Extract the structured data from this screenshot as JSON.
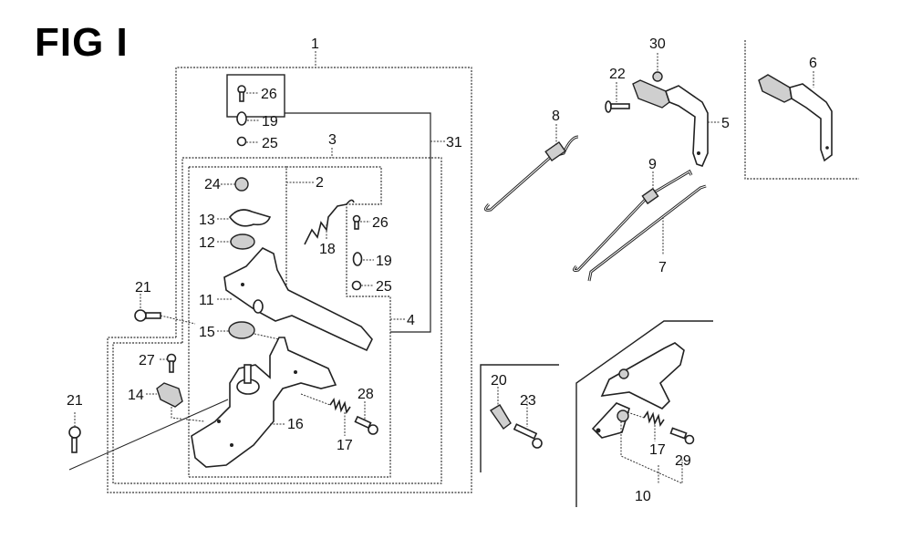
{
  "figure": {
    "title": "FIG I"
  },
  "callouts": {
    "c1": "1",
    "c2": "2",
    "c3": "3",
    "c4": "4",
    "c5": "5",
    "c6": "6",
    "c7": "7",
    "c8": "8",
    "c9": "9",
    "c10": "10",
    "c11": "11",
    "c12": "12",
    "c13": "13",
    "c14": "14",
    "c15": "15",
    "c16": "16",
    "c17a": "17",
    "c17b": "17",
    "c18": "18",
    "c19a": "19",
    "c19b": "19",
    "c20": "20",
    "c21a": "21",
    "c21b": "21",
    "c22": "22",
    "c23": "23",
    "c24": "24",
    "c25a": "25",
    "c25b": "25",
    "c26a": "26",
    "c26b": "26",
    "c27": "27",
    "c28": "28",
    "c29": "29",
    "c30": "30",
    "c31": "31"
  }
}
